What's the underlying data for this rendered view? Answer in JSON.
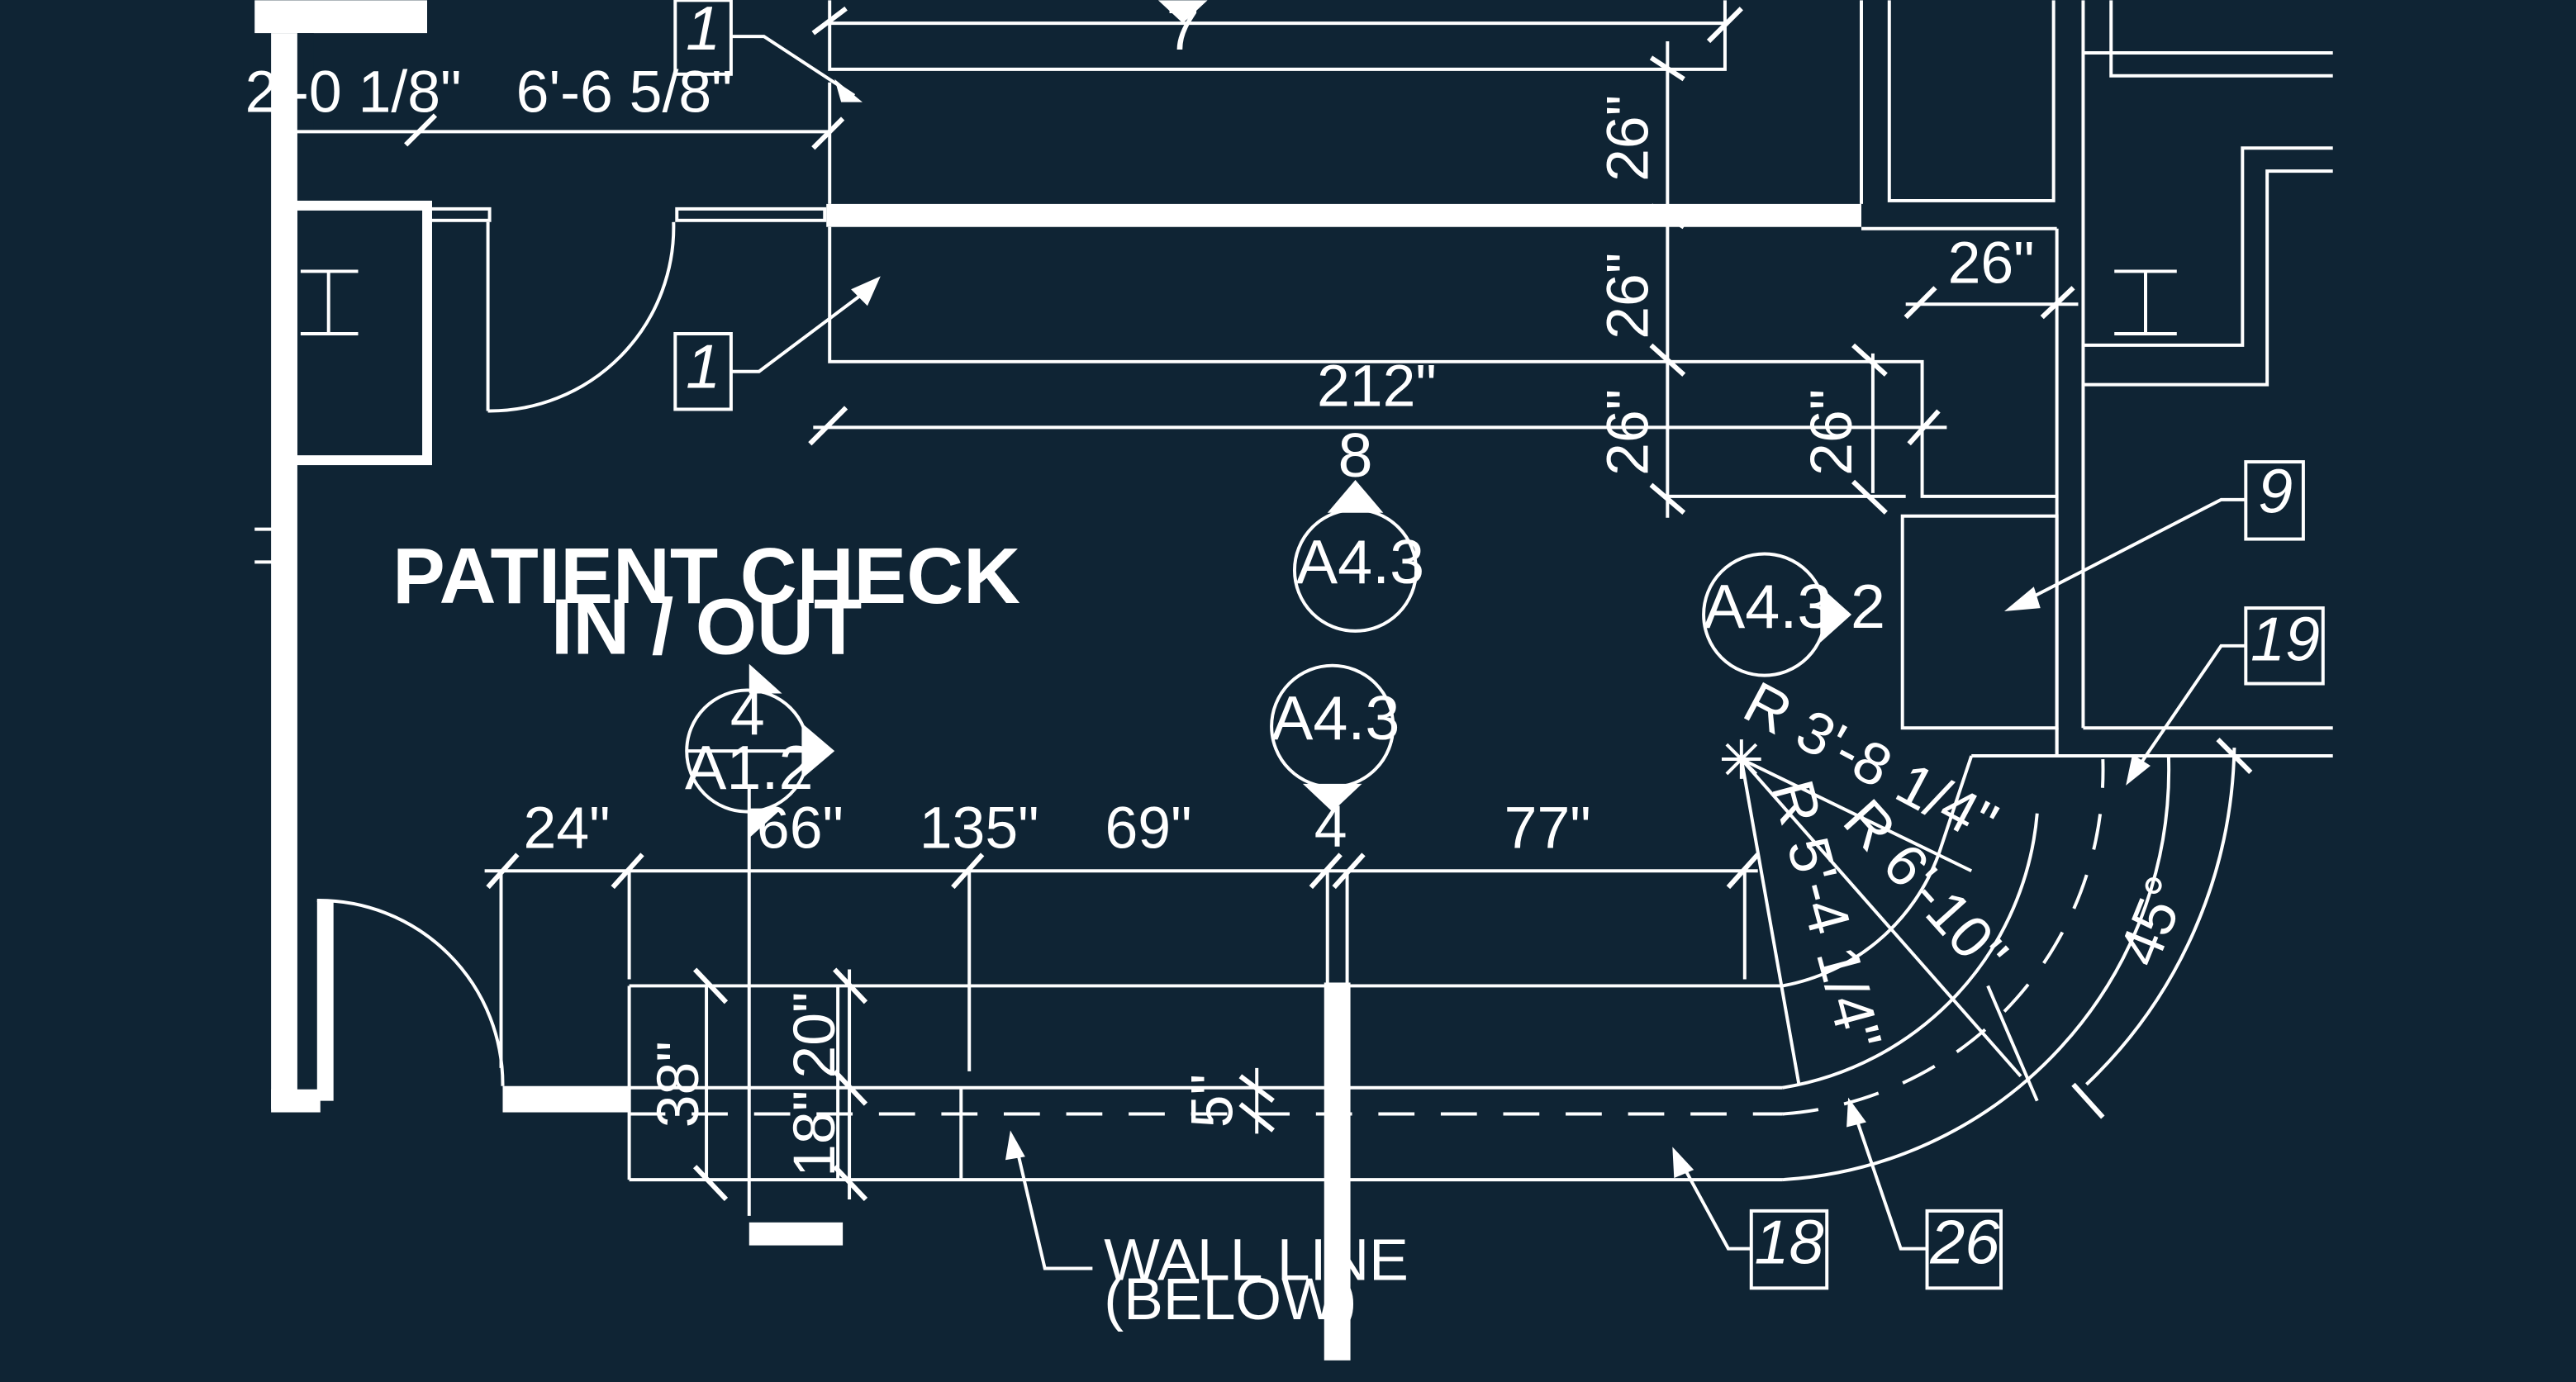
{
  "room": {
    "name_line1": "PATIENT CHECK",
    "name_line2": "IN / OUT"
  },
  "dimensions": {
    "top_7": "7",
    "d_2_0_1_8": "2'-0 1/8\"",
    "d_6_6_5_8": "6'-6 5/8\"",
    "d_26_a": "26\"",
    "d_26_b": "26\"",
    "d_26_c": "26\"",
    "d_26_d": "26\"",
    "d_26_e": "26\"",
    "d_212": "212\"",
    "d_24": "24\"",
    "d_66": "66\"",
    "d_135": "135\"",
    "d_69": "69\"",
    "d_4": "4",
    "d_77": "77\"",
    "d_38": "38\"",
    "d_20": "20\"",
    "d_18": "18\"",
    "d_5": "5\"",
    "r_3_8_1_4": "R 3'-8 1/4\"",
    "r_5_4_1_4": "R 5'-4 1/4\"",
    "r_6_10": "R 6'-10\"",
    "angle_45": "45°"
  },
  "section_markers": {
    "s8": {
      "number": "8",
      "sheet": "A4.3"
    },
    "s2": {
      "number": "2",
      "sheet": "A4.3"
    },
    "s4": {
      "number": "4",
      "sheet": "A4.3"
    },
    "elev": {
      "number": "4",
      "sheet": "A1.2"
    }
  },
  "keynote_tags": {
    "k1_top": "1",
    "k1_mid": "1",
    "k9": "9",
    "k19": "19",
    "k18": "18",
    "k26": "26"
  },
  "notes": {
    "wall_line_1": "WALL LINE",
    "wall_line_2": "(BELOW)"
  },
  "colors": {
    "background": "#0f2434",
    "linework": "#ffffff"
  }
}
